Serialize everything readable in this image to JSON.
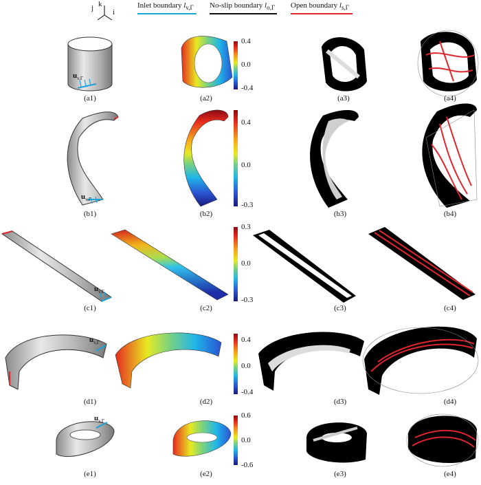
{
  "legend": {
    "axes": {
      "j": "j",
      "k": "k",
      "i": "i"
    },
    "inlet": {
      "label": "Inlet boundary ",
      "sym": "l",
      "sub": "v,Γ",
      "color": "#1aa3d9"
    },
    "noslip": {
      "label": "No-slip boundary ",
      "sym": "l",
      "sub": "o,Γ",
      "color": "#111111"
    },
    "open": {
      "label": "Open boundary ",
      "sym": "l",
      "sub": "s,Γ",
      "color": "#e0262c"
    }
  },
  "vector_label": "u",
  "vector_sub": "v,Γ",
  "colorbars": [
    {
      "id": "a",
      "ticks": [
        "0.4",
        "0.0",
        "-0.4"
      ]
    },
    {
      "id": "b",
      "ticks": [
        "0.4",
        "0.0",
        "-0.3"
      ]
    },
    {
      "id": "c",
      "ticks": [
        "0.3",
        "0.0",
        "-0.3"
      ]
    },
    {
      "id": "d",
      "ticks": [
        "0.4",
        "0.0",
        "-0.4"
      ]
    },
    {
      "id": "e",
      "ticks": [
        "0.6",
        "0.0",
        "-0.6"
      ]
    }
  ],
  "captions": {
    "a": [
      "(a1)",
      "(a2)",
      "(a3)",
      "(a4)"
    ],
    "b": [
      "(b1)",
      "(b2)",
      "(b3)",
      "(b4)"
    ],
    "c": [
      "(c1)",
      "(c2)",
      "(c3)",
      "(c4)"
    ],
    "d": [
      "(d1)",
      "(d2)",
      "(d3)",
      "(d4)"
    ],
    "e": [
      "(e1)",
      "(e2)",
      "(e3)",
      "(e4)"
    ]
  },
  "colors": {
    "jet_high": "#c0282d",
    "jet_mid": "#7fd37a",
    "jet_low": "#2a2f9c",
    "surface_gray": "#b8b8b8",
    "inlet": "#1aa3d9",
    "open": "#e0262c"
  }
}
